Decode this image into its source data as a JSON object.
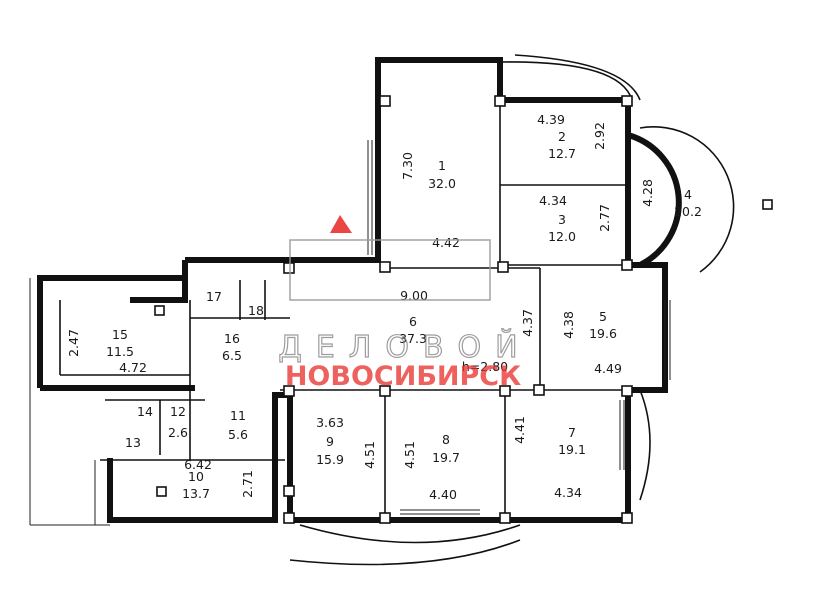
{
  "rooms": [
    {
      "num": "1",
      "area": "32.0"
    },
    {
      "num": "2",
      "area": "12.7"
    },
    {
      "num": "3",
      "area": "12.0"
    },
    {
      "num": "4",
      "area": "20.2"
    },
    {
      "num": "5",
      "area": "19.6"
    },
    {
      "num": "6",
      "area": "37.3"
    },
    {
      "num": "7",
      "area": "19.1"
    },
    {
      "num": "8",
      "area": "19.7"
    },
    {
      "num": "9",
      "area": "15.9"
    },
    {
      "num": "10",
      "area": "13.7"
    },
    {
      "num": "11",
      "area": "5.6"
    },
    {
      "num": "12",
      "area": "2.6"
    },
    {
      "num": "13",
      "area": ""
    },
    {
      "num": "14",
      "area": ""
    },
    {
      "num": "15",
      "area": "11.5"
    },
    {
      "num": "16",
      "area": "6.5"
    },
    {
      "num": "17",
      "area": ""
    },
    {
      "num": "18",
      "area": ""
    }
  ],
  "dimensions": [
    "7.30",
    "4.42",
    "4.39",
    "2.92",
    "4.34",
    "2.77",
    "4.28",
    "9.00",
    "4.37",
    "4.38",
    "4.49",
    "2.47",
    "4.72",
    "3.63",
    "4.51",
    "4.51",
    "4.41",
    "4.40",
    "4.34",
    "6.42",
    "2.71"
  ],
  "height_mark": "h=2.80",
  "watermark": {
    "line1": "ДЕЛОВОЙ",
    "line2": "НОВОСИБИРСК",
    "accent_color": "#e8322f"
  }
}
